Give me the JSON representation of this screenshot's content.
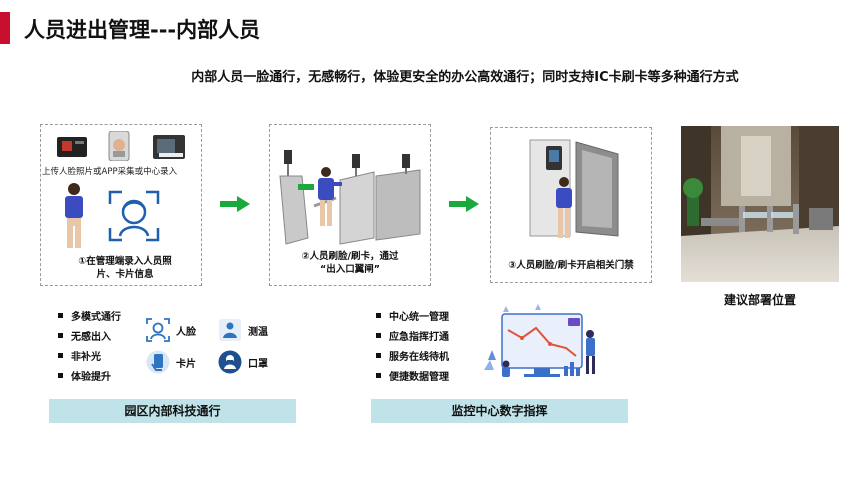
{
  "header": {
    "title": "人员进出管理---内部人员",
    "accent_color": "#c8102e"
  },
  "subtitle": "内部人员一脸通行，无感畅行，体验更安全的办公高效通行；同时支持IC卡刷卡等多种通行方式",
  "steps": [
    {
      "upload_caption": "上传人脸照片或APP采集或中心录入",
      "caption_line1": "①在管理端录入人员照",
      "caption_line2": "片、卡片信息"
    },
    {
      "caption_line1": "②人员刷脸/刷卡，通过",
      "caption_line2": "“出入口翼闸”"
    },
    {
      "caption_line1": "③人员刷脸/刷卡开启相关门禁"
    }
  ],
  "photo": {
    "caption": "建议部署位置"
  },
  "left_panel": {
    "features": [
      "多模式通行",
      "无感出入",
      "非补光",
      "体验提升"
    ],
    "icons": [
      {
        "icon": "face-icon",
        "label": "人脸"
      },
      {
        "icon": "thermometer-person-icon",
        "label": "测温"
      },
      {
        "icon": "card-icon",
        "label": "卡片"
      },
      {
        "icon": "mask-icon",
        "label": "口罩"
      }
    ],
    "banner": "园区内部科技通行"
  },
  "right_panel": {
    "features": [
      "中心统一管理",
      "应急指挥打通",
      "服务在线待机",
      "便捷数据管理"
    ],
    "illustration": "data-dashboard-illustration-icon",
    "banner": "监控中心数字指挥"
  },
  "colors": {
    "arrow_green": "#1aaa3c",
    "banner_bg": "#bfe3e8",
    "icon_blue": "#2f74c0"
  }
}
